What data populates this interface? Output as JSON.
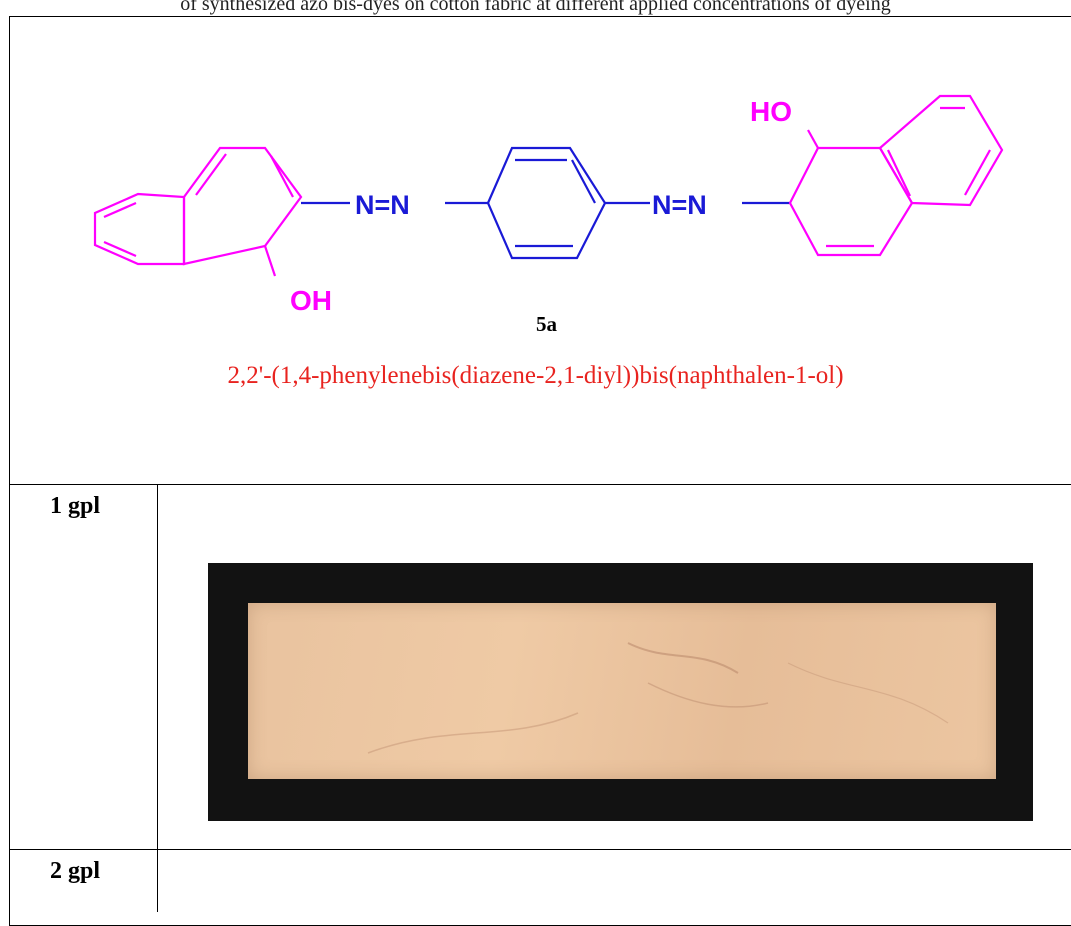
{
  "header_caption": "of synthesized azo bis-dyes on cotton fabric at different applied concentrations of dyeing",
  "compound": {
    "label": "5a",
    "name": "2,2'-(1,4-phenylenebis(diazene-2,1-diyl))bis(naphthalen-1-ol)",
    "atoms": {
      "hydroxyl_left": "OH",
      "hydroxyl_right": "HO",
      "azo_left": "N=N",
      "azo_right": "N=N"
    },
    "colors": {
      "naphthol": "#ff00ff",
      "linker": "#1a1ad6",
      "name_text": "#e8231f"
    }
  },
  "rows": [
    {
      "concentration": "1 gpl",
      "image": "dyed-cotton-swatch"
    },
    {
      "concentration": "2 gpl",
      "image": ""
    }
  ]
}
